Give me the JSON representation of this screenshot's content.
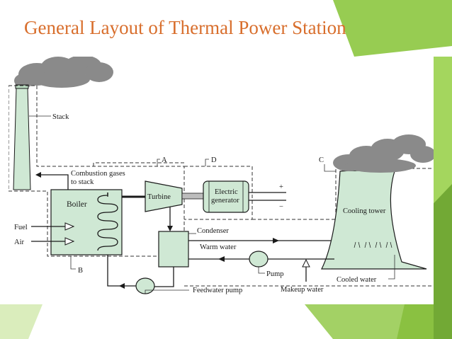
{
  "slide": {
    "title": "General Layout of Thermal Power Station",
    "colors": {
      "title": "#d86e2c",
      "accent_green": "#8cc63f",
      "component_fill": "#cfe8d4"
    }
  },
  "diagram": {
    "stack_label": "Stack",
    "combustion_line1": "Combustion gases",
    "combustion_line2": "to stack",
    "boiler_label": "Boiler",
    "fuel_label": "Fuel",
    "air_label": "Air",
    "turbine_label": "Turbine",
    "generator_line1": "Electric",
    "generator_line2": "generator",
    "plus_label": "+",
    "minus_label": "−",
    "cooling_tower_label": "Cooling tower",
    "condenser_label": "Condenser",
    "warm_water_label": "Warm water",
    "pump_label": "Pump",
    "makeup_water_label": "Makeup water",
    "cooled_water_label": "Cooled water",
    "feedwater_pump_label": "Feedwater pump",
    "section_a": "A",
    "section_b": "B",
    "section_c": "C",
    "section_d": "D"
  }
}
